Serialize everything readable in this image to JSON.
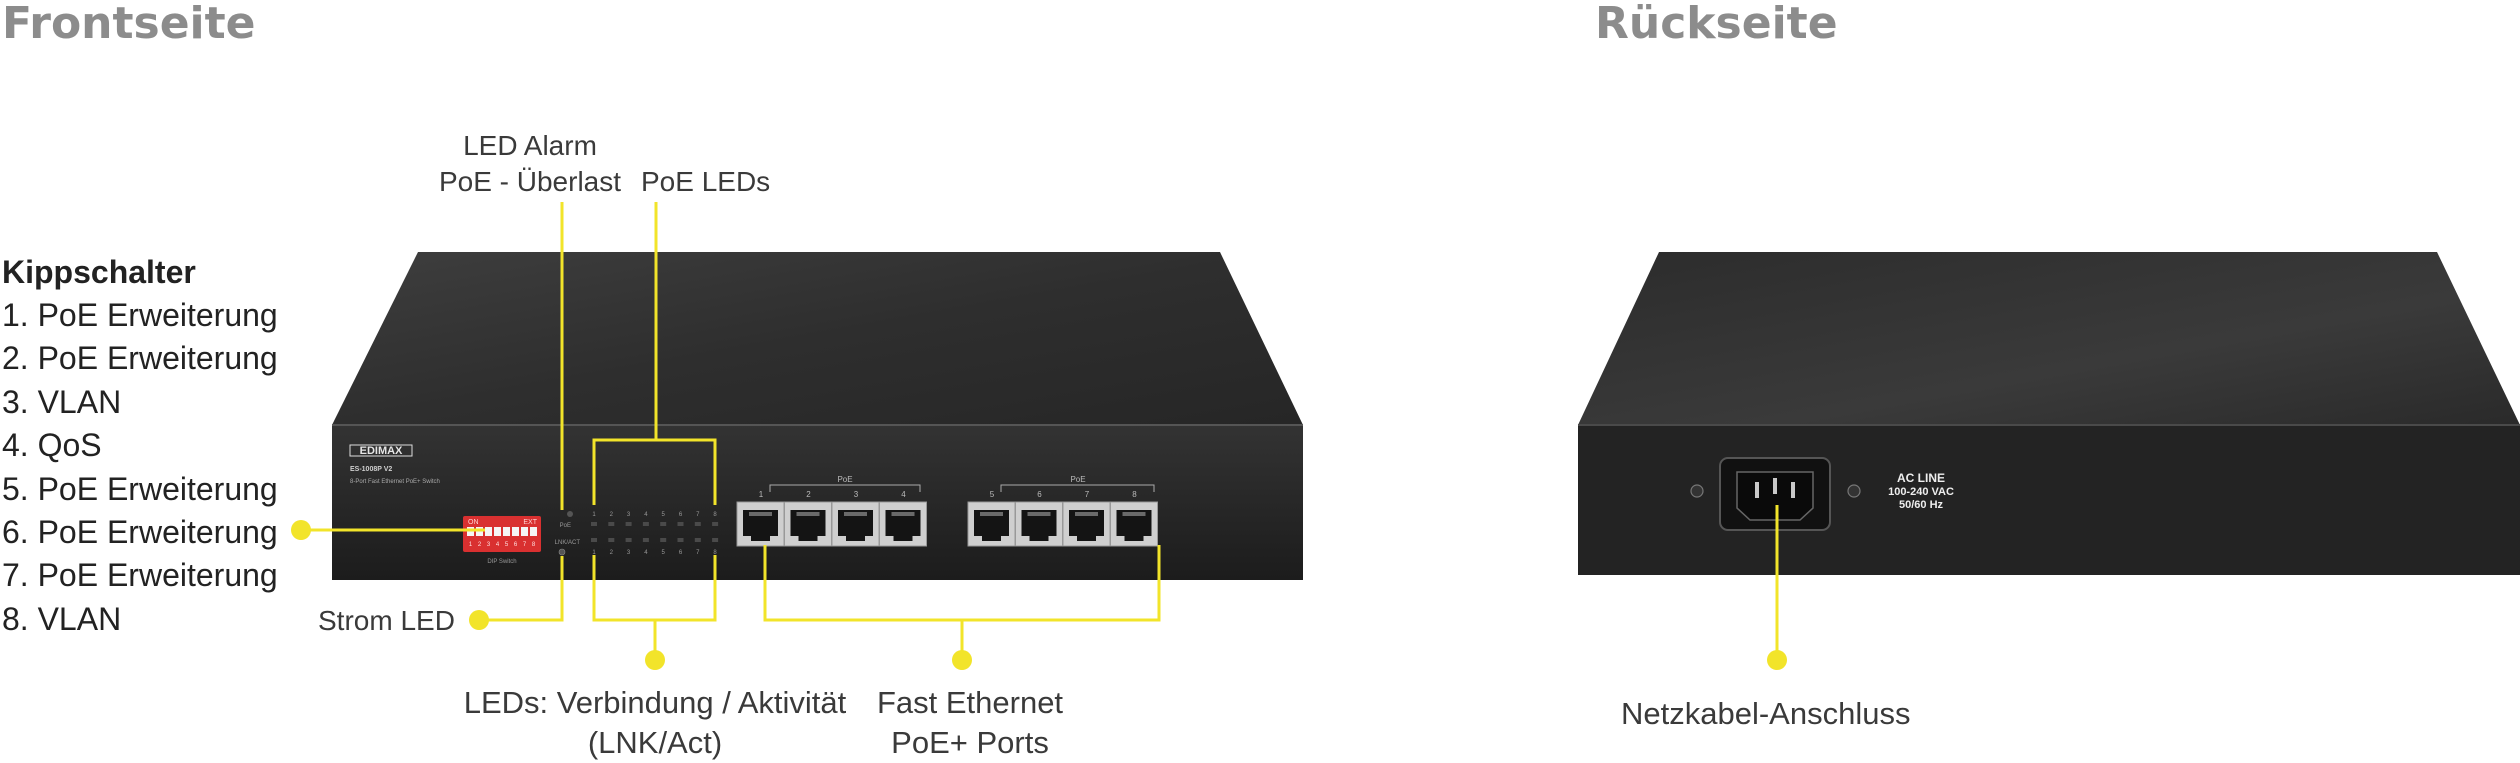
{
  "front": {
    "title": "Frontseite",
    "switch": {
      "brand": "EDIMAX",
      "model": "ES-1008P V2",
      "description": "8-Port Fast Ethernet PoE+ Switch",
      "dip_on": "ON",
      "dip_ext": "EXT",
      "dip_numbers": [
        "1",
        "2",
        "3",
        "4",
        "5",
        "6",
        "7",
        "8"
      ],
      "dip_caption": "DIP Switch",
      "led_row_label_poe": "PoE",
      "led_row_label_lnk": "LNK/ACT",
      "led_numbers": [
        "1",
        "2",
        "3",
        "4",
        "5",
        "6",
        "7",
        "8"
      ],
      "poe_group_label": "PoE",
      "port_numbers": [
        "1",
        "2",
        "3",
        "4",
        "5",
        "6",
        "7",
        "8"
      ]
    },
    "callouts": {
      "led_alarm": [
        "LED Alarm",
        "PoE - Überlast"
      ],
      "poe_leds": "PoE LEDs",
      "strom_led": "Strom LED",
      "lnk_act": [
        "LEDs: Verbindung / Aktivität",
        "(LNK/Act)"
      ],
      "fast_ethernet": [
        "Fast Ethernet",
        "PoE+ Ports"
      ]
    },
    "kippschalter": {
      "title": "Kippschalter",
      "items": [
        "1. PoE Erweiterung",
        "2. PoE Erweiterung",
        "3. VLAN",
        "4. QoS",
        "5. PoE Erweiterung",
        "6. PoE Erweiterung",
        "7. PoE Erweiterung",
        "8. VLAN"
      ]
    }
  },
  "back": {
    "title": "Rückseite",
    "ac_label": [
      "AC LINE",
      "100-240 VAC",
      "50/60 Hz"
    ],
    "callout": "Netzkabel-Anschluss"
  },
  "colors": {
    "callout": "#f2e42a",
    "switch_body": "#2a2a2a",
    "title_gray": "#8c8c8c"
  }
}
